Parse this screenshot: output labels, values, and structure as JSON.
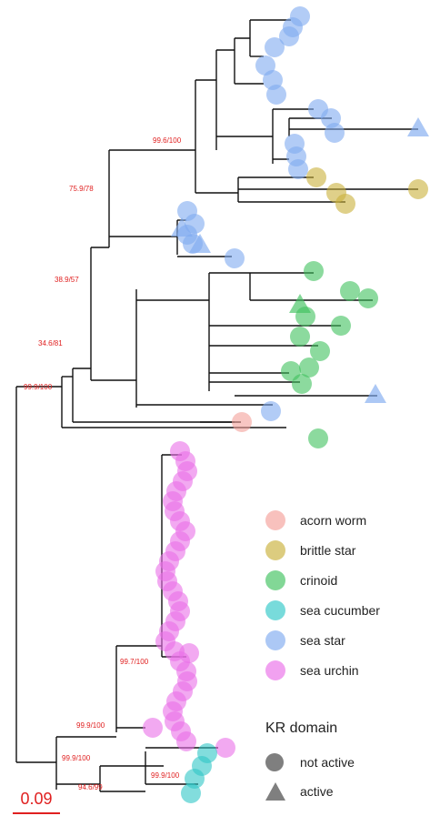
{
  "colors": {
    "acorn worm": "#f4a09a",
    "brittle star": "#c9b13a",
    "crinoid": "#3fc15e",
    "sea cucumber": "#2fc7c7",
    "sea star": "#7faaf0",
    "sea urchin": "#ea6fe8",
    "support_text": "#e02020",
    "branch": "#111111"
  },
  "support_values": [
    "99.6/100",
    "75.9/78",
    "38.9/57",
    "34.6/81",
    "99.9/100",
    "99.7/100",
    "99.9/100",
    "99.9/100",
    "94.6/99",
    "99.9/100"
  ],
  "legend": {
    "species": [
      "acorn worm",
      "brittle star",
      "crinoid",
      "sea cucumber",
      "sea star",
      "sea urchin"
    ],
    "kr_title": "KR domain",
    "kr_items": [
      "not active",
      "active"
    ]
  },
  "scale_bar": "0.09"
}
